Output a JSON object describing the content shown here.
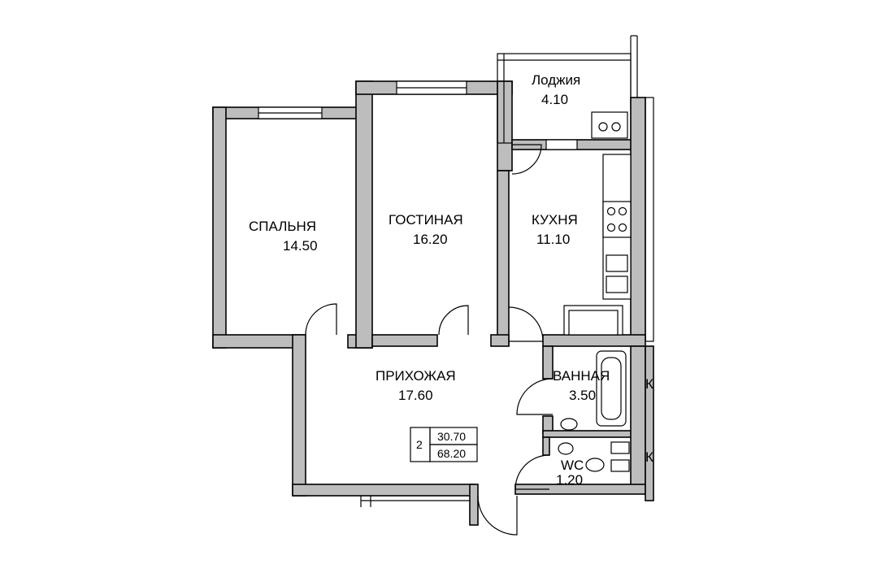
{
  "rooms": {
    "bedroom": {
      "name": "СПАЛЬНЯ",
      "area": "14.50"
    },
    "living": {
      "name": "ГОСТИНАЯ",
      "area": "16.20"
    },
    "kitchen": {
      "name": "КУХНЯ",
      "area": "11.10"
    },
    "loggia": {
      "name": "Лоджия",
      "area": "4.10"
    },
    "hall": {
      "name": "ПРИХОЖАЯ",
      "area": "17.60"
    },
    "bath": {
      "name": "ВАННАЯ",
      "area": "3.50"
    },
    "wc": {
      "name": "WC",
      "area": "1.20"
    }
  },
  "summary": {
    "rooms_count": "2",
    "living_area": "30.70",
    "total_area": "68.20"
  },
  "outside_labels": [
    "К",
    "К"
  ]
}
